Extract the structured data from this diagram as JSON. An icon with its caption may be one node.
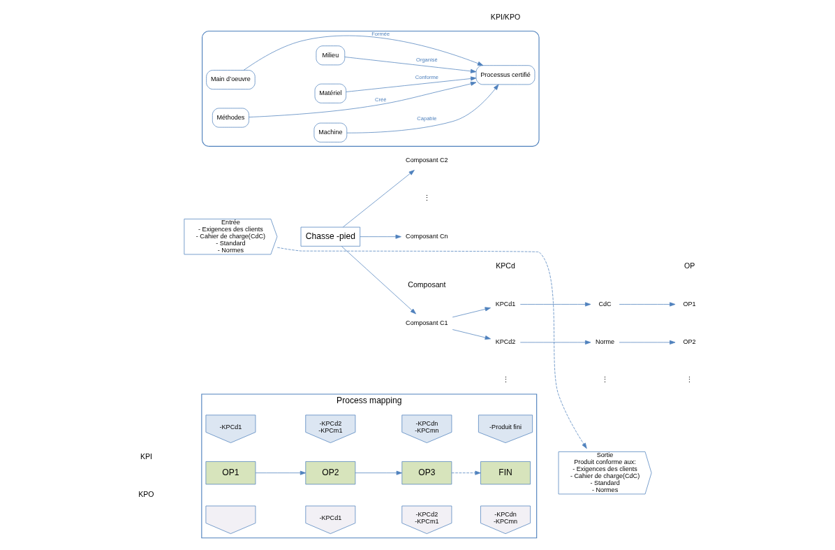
{
  "diagram": {
    "nodes": [
      {
        "text": [
          "Entrée",
          "- Exigences des clients",
          "- Cahier de charge(CdC)",
          "- Standard",
          "- Normes"
        ]
      },
      {
        "text": [
          "Chasse -pied"
        ]
      },
      {
        "text": [
          "Composant C1"
        ]
      },
      {
        "text": [
          "Composant C2"
        ]
      },
      {
        "text": [
          "Composant Cn"
        ]
      },
      {
        "text": [
          "KPCd1"
        ]
      },
      {
        "text": [
          "KPCd2"
        ]
      },
      {
        "text": [
          "CdC"
        ]
      },
      {
        "text": [
          "Norme"
        ]
      },
      {
        "text": [
          "OP1"
        ]
      },
      {
        "text": [
          "OP2"
        ]
      },
      {
        "text": [
          "Process mapping"
        ]
      },
      {
        "text": [],
        "shape": "arrow",
        "in": 11
      },
      {
        "text": [
          "-KPCd1"
        ],
        "in": 11
      },
      {
        "text": [
          "-KPCd2",
          "-KPCm1"
        ],
        "in": 11
      },
      {
        "text": [
          "-KPCdn",
          "-KPCmn"
        ],
        "in": 11
      },
      {
        "text": [
          "OP1"
        ],
        "in": 11
      },
      {
        "text": [
          "OP2"
        ],
        "in": 11
      },
      {
        "text": [
          "OP3"
        ],
        "in": 11
      },
      {
        "text": [
          "FIN"
        ],
        "in": 11
      },
      {
        "text": [
          "-KPCd1"
        ],
        "in": 11
      },
      {
        "text": [
          "-KPCd2",
          "-KPCm1"
        ],
        "in": 11
      },
      {
        "text": [
          "-KPCdn",
          "-KPCmn"
        ],
        "in": 11
      },
      {
        "text": [
          "-Produit fini"
        ],
        "in": 11
      },
      {
        "text": [
          "Sortie",
          "Produit conforme aux:",
          "- Exigences des clients",
          "- Cahier de charge(CdC)",
          "- Standard",
          "- Normes"
        ]
      },
      {
        "text": [],
        "shape": "box"
      },
      {
        "text": [
          "Méthodes"
        ],
        "in": 25
      },
      {
        "text": [
          "Machine"
        ],
        "in": 25
      },
      {
        "text": [
          "Main d’oeuvre"
        ],
        "in": 25
      },
      {
        "text": [
          "Matériel"
        ],
        "in": 25
      },
      {
        "text": [
          "Milieu"
        ],
        "in": 25
      },
      {
        "text": [
          "Processus certifié"
        ],
        "in": 25
      }
    ],
    "edges": [
      {
        "from": 1,
        "to": 2,
        "arrow": "to"
      },
      {
        "from": 1,
        "to": 3,
        "arrow": "to"
      },
      {
        "from": 1,
        "to": 4,
        "arrow": "to"
      },
      {
        "from": 2,
        "to": 5,
        "arrow": "to"
      },
      {
        "from": 2,
        "to": 6,
        "arrow": "to"
      },
      {
        "from": 5,
        "to": 7,
        "arrow": "to"
      },
      {
        "from": 6,
        "to": 8,
        "arrow": "to"
      },
      {
        "from": 7,
        "to": 9,
        "arrow": "to"
      },
      {
        "from": 8,
        "to": 10,
        "arrow": "to"
      },
      {
        "from": 0,
        "to": 24,
        "arrow": "to",
        "style": "dashed"
      },
      {
        "from": 16,
        "to": 17,
        "arrow": "to"
      },
      {
        "from": 17,
        "to": 18,
        "arrow": "to"
      },
      {
        "from": 18,
        "to": 19,
        "arrow": "to",
        "style": "dashed"
      },
      {
        "from": 26,
        "to": 31,
        "arrow": "to",
        "label": "Créé"
      },
      {
        "from": 27,
        "to": 31,
        "arrow": "to",
        "label": "Capable"
      },
      {
        "from": 28,
        "to": 31,
        "arrow": "to",
        "label": "Formée"
      },
      {
        "from": 29,
        "to": 31,
        "arrow": "to",
        "label": "Conforme"
      },
      {
        "from": 30,
        "to": 31,
        "arrow": "to",
        "label": "Organisé"
      }
    ],
    "labels": [
      "Composant",
      "KPCd",
      "OP",
      "⋮",
      "⋮",
      "⋮",
      "⋮",
      "KPI",
      "KPO",
      "KPI/KPO"
    ]
  }
}
